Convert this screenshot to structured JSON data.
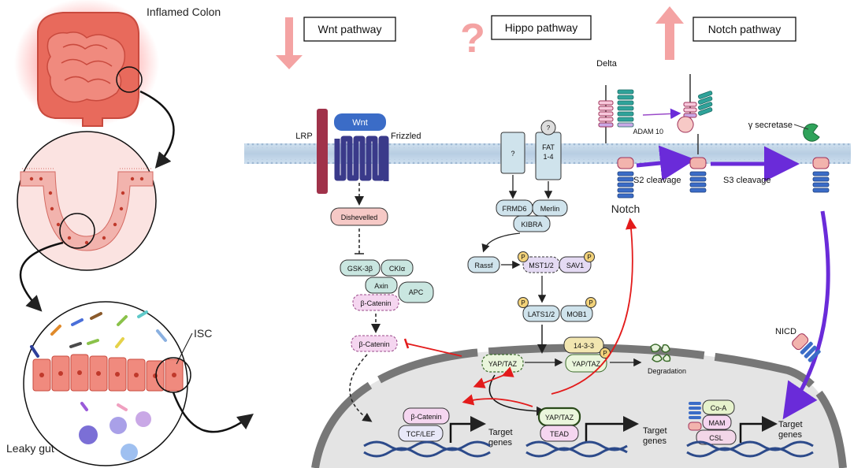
{
  "panel": {
    "inflamed_colon": "Inflamed Colon",
    "leaky_gut": "Leaky gut",
    "isc": "ISC"
  },
  "headers": {
    "wnt": "Wnt pathway",
    "hippo": "Hippo pathway",
    "notch": "Notch pathway",
    "question": "?"
  },
  "wnt": {
    "lrp": "LRP",
    "wnt": "Wnt",
    "frizzled": "Frizzled",
    "dishevelled": "Dishevelled",
    "gsk": "GSK-3β",
    "ck": "CKIα",
    "axin": "Axin",
    "apc": "APC",
    "bcat1": "β-Catenin",
    "bcat2": "β-Catenin",
    "bcat_nuc": "β-Catenin",
    "tcf": "TCF/LEF",
    "target1": "Target",
    "target2": "genes"
  },
  "hippo": {
    "q_receptor": "?",
    "q_ligand": "?",
    "fat1": "FAT",
    "fat2": "1-4",
    "frmd6": "FRMD6",
    "merlin": "Merlin",
    "kibra": "KIBRA",
    "rassf": "Rassf",
    "mst": "MST1/2",
    "sav1": "SAV1",
    "lats": "LATS1/2",
    "mob1": "MOB1",
    "p": "P",
    "p2": "P",
    "p3": "P",
    "p4": "P",
    "p5": "P",
    "yt1": "YAP/TAZ",
    "yt2": "YAP/TAZ",
    "yt3": "YAP/TAZ",
    "x1433": "14-3-3",
    "degradation": "Degradation",
    "tead": "TEAD",
    "target1": "Target",
    "target2": "genes"
  },
  "notch": {
    "delta": "Delta",
    "adam": "ADAM 10",
    "gamma": "γ secretase",
    "s2": "S2 cleavage",
    "s3": "S3 cleavage",
    "notch": "Notch",
    "nicd": "NICD",
    "coa": "Co-A",
    "mam": "MAM",
    "csl": "CSL",
    "target1": "Target",
    "target2": "genes"
  }
}
